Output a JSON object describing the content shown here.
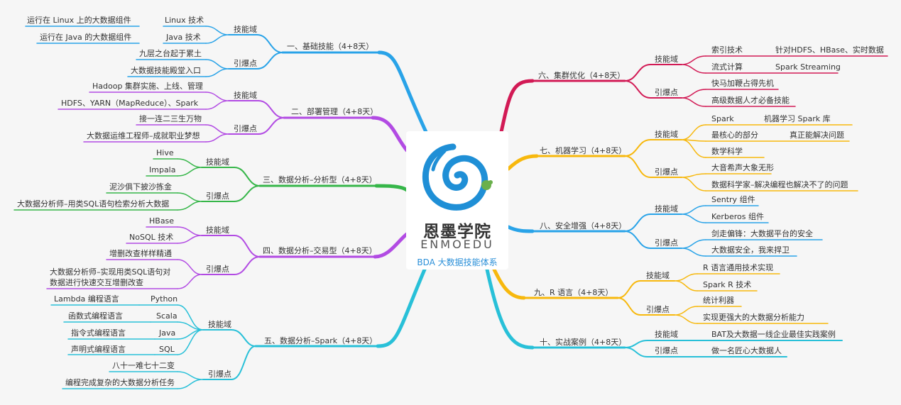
{
  "center": {
    "name": "恩墨学院",
    "en": "ENMOEDU",
    "subtitle": "BDA 大数据技能体系"
  },
  "colors": {
    "blue": "#29a3e8",
    "purple": "#b24be3",
    "green": "#36b649",
    "cyan": "#28c0d8",
    "crimson": "#d21a55",
    "yellow": "#f7b80d",
    "logo_blue": "#1f8fd6",
    "logo_green": "#6ab04c"
  },
  "branches": {
    "b1": {
      "title": "一、基础技能（4+8天）",
      "g1": "技能域",
      "g2": "引爆点",
      "a1": "Linux 技术",
      "a1d": "运行在 Linux 上的大数据组件",
      "a2": "Java 技术",
      "a2d": "运行在 Java 的大数据组件",
      "a3": "九层之台起于累土",
      "a4": "大数据技能殿堂入口"
    },
    "b2": {
      "title": "二、部署管理（4+8天）",
      "g1": "技能域",
      "g2": "引爆点",
      "a1": "Hadoop 集群实施、上线、管理",
      "a2": "HDFS、YARN（MapReduce）、Spark",
      "a3": "接一连二三生万物",
      "a4": "大数据运维工程师–成就职业梦想"
    },
    "b3": {
      "title": "三、数据分析–分析型（4+8天）",
      "g1": "技能域",
      "g2": "引爆点",
      "a1": "Hive",
      "a2": "Impala",
      "a3": "泥沙俱下披沙拣金",
      "a4": "大数据分析师–用类SQL语句检索分析大数据"
    },
    "b4": {
      "title": "四、数据分析–交易型（4+8天）",
      "g1": "技能域",
      "g2": "引爆点",
      "a1": "HBase",
      "a2": "NoSQL 技术",
      "a3": "增删改查样样精通",
      "a4l1": "大数据分析师–实现用类SQL语句对",
      "a4l2": "数据进行快速交互增删改查"
    },
    "b5": {
      "title": "五、数据分析–Spark（4+8天）",
      "g1": "技能域",
      "g2": "引爆点",
      "a1": "Python",
      "a1d": "Lambda 编程语言",
      "a2": "Scala",
      "a2d": "函数式编程语言",
      "a3": "Java",
      "a3d": "指令式编程语言",
      "a4": "SQL",
      "a4d": "声明式编程语言",
      "a5": "八十一难七十二变",
      "a6": "编程完成复杂的大数据分析任务"
    },
    "b6": {
      "title": "六、集群优化（4+8天）",
      "g1": "技能域",
      "g2": "引爆点",
      "a1": "索引技术",
      "a1d": "针对HDFS、HBase、实时数据",
      "a2": "流式计算",
      "a2d": "Spark Streaming",
      "a3": "快马加鞭占得先机",
      "a4": "高级数据人才必备技能"
    },
    "b7": {
      "title": "七、机器学习（4+8天）",
      "g1": "技能域",
      "g2": "引爆点",
      "a1": "Spark",
      "a1d": "机器学习 Spark 库",
      "a2": "最核心的部分",
      "a2d": "真正能解决问题",
      "a3": "数学科学",
      "a4": "大音希声大象无形",
      "a5": "数据科学家–解决编程也解决不了的问题"
    },
    "b8": {
      "title": "八、安全增强（4+8天）",
      "g1": "技能域",
      "g2": "引爆点",
      "a1": "Sentry 组件",
      "a2": "Kerberos 组件",
      "a3": "剑走偏锋：大数据平台的安全",
      "a4": "大数据安全，我来捍卫"
    },
    "b9": {
      "title": "九、R 语言（4+8天）",
      "g1": "技能域",
      "g2": "引爆点",
      "a1": "R 语言通用技术实现",
      "a2": "Spark R 技术",
      "a3": "统计利器",
      "a4": "实现更强大的大数据分析能力"
    },
    "b10": {
      "title": "十、实战案例（4+8天）",
      "g1": "技能域",
      "g2": "引爆点",
      "a1": "BAT及大数据一线企业最佳实践案例",
      "a2": "做一名匠心大数据人"
    }
  }
}
